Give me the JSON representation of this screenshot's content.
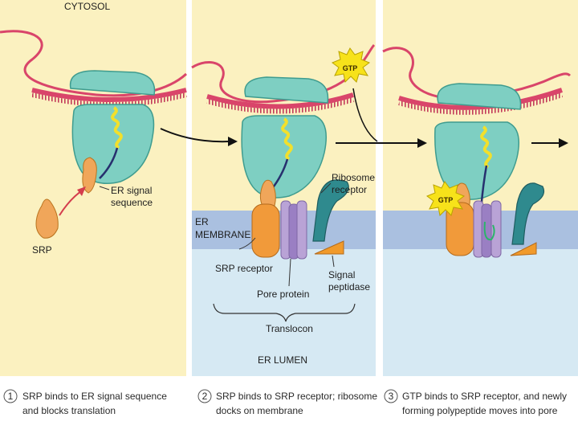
{
  "labels": {
    "cytosol": "CYTOSOL",
    "er_signal_line1": "ER signal",
    "er_signal_line2": "sequence",
    "srp": "SRP",
    "ribosome_line1": "Ribosome",
    "ribosome_line2": "receptor",
    "er_line1": "ER",
    "er_line2": "MEMBRANE",
    "srp_receptor": "SRP receptor",
    "pore_protein": "Pore protein",
    "signal_line1": "Signal",
    "signal_line2": "peptidase",
    "translocon": "Translocon",
    "er_lumen": "ER LUMEN",
    "gtp": "GTP"
  },
  "steps": [
    {
      "number": "1",
      "line1": "SRP binds to ER signal sequence",
      "line2": "and blocks translation"
    },
    {
      "number": "2",
      "line1": "SRP binds to SRP receptor; ribosome",
      "line2": "docks on membrane"
    },
    {
      "number": "3",
      "line1": "GTP binds to SRP receptor, and newly",
      "line2": "forming polypeptide moves into pore"
    }
  ],
  "colors": {
    "cytosol_bg": "#fbf1c0",
    "lumen_bg": "#d6e9f3",
    "membrane": "#aac0e0",
    "mrna": "#d9456a",
    "ribosome": "#7ecfc2",
    "srp": "#f0a65a",
    "pore": "#b9a3d6",
    "receptor": "#2f8a8e",
    "peptidase": "#f19a2a",
    "polypeptide": "#f2e02c",
    "gtp": "#f7e21a"
  }
}
